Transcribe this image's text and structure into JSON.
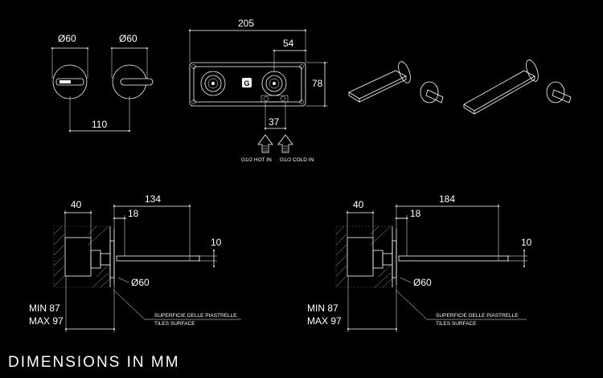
{
  "dims": {
    "d60_a": "Ø60",
    "d60_b": "Ø60",
    "w110": "110",
    "w205": "205",
    "w54": "54",
    "h78": "78",
    "w37": "37",
    "w40_l": "40",
    "w134": "134",
    "w18_l": "18",
    "t10_l": "10",
    "d60_l": "Ø60",
    "w40_r": "40",
    "w184": "184",
    "w18_r": "18",
    "t10_r": "10",
    "d60_r": "Ø60"
  },
  "labels": {
    "hot_in": "G1/2 HOT IN",
    "cold_in": "G1/2 COLD IN",
    "min_l": "MIN 87",
    "max_l": "MAX 97",
    "surf_it_l": "SUPERFICIE DELLE PIASTRELLE",
    "surf_en_l": "TILES SURFACE",
    "min_r": "MIN 87",
    "max_r": "MAX 97",
    "surf_it_r": "SUPERFICIE DELLE PIASTRELLE",
    "surf_en_r": "TILES SURFACE"
  },
  "footer": {
    "title": "DIMENSIONS IN MM"
  },
  "colors": {
    "background": "#000000",
    "lines": "#ffffff"
  }
}
